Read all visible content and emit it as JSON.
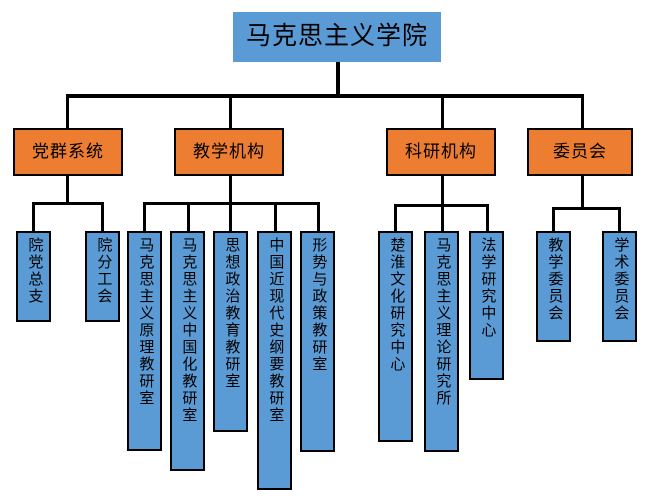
{
  "diagram": {
    "title": "马克思主义学院",
    "type": "organizational-chart",
    "colors": {
      "root_fill": "#5B9BD5",
      "level2_fill": "#ED7D31",
      "leaf_fill": "#5B9BD5",
      "border": "#000000",
      "background": "#FFFFFF",
      "connector": "#000000"
    },
    "root": {
      "label": "马克思主义学院"
    },
    "branches": [
      {
        "label": "党群系统",
        "children": [
          {
            "label": "院党总支"
          },
          {
            "label": "院分工会"
          }
        ]
      },
      {
        "label": "教学机构",
        "children": [
          {
            "label": "马克思主义原理教研室"
          },
          {
            "label": "马克思主义中国化教研室"
          },
          {
            "label": "思想政治教育教研室"
          },
          {
            "label": "中国近现代史纲要教研室"
          },
          {
            "label": "形势与政策教研室"
          }
        ]
      },
      {
        "label": "科研机构",
        "children": [
          {
            "label": "楚淮文化研究中心"
          },
          {
            "label": "马克思主义理论研究所"
          },
          {
            "label": "法学研究中心"
          }
        ]
      },
      {
        "label": "委员会",
        "children": [
          {
            "label": "教学委员会"
          },
          {
            "label": "学术委员会"
          }
        ]
      }
    ]
  }
}
